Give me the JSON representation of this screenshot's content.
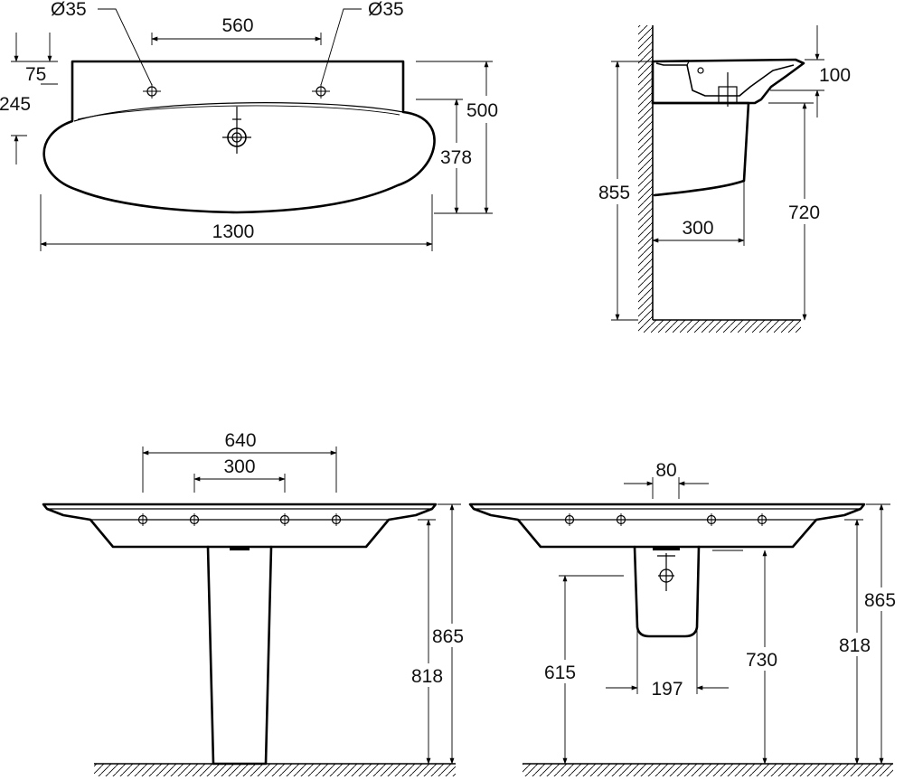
{
  "top_view": {
    "hole_left_label": "Ø35",
    "hole_right_label": "Ø35",
    "hole_spacing": "560",
    "depth_75": "75",
    "depth_245": "245",
    "total_depth": "500",
    "bowl_depth": "378",
    "overall_width": "1300"
  },
  "side_view": {
    "rim_height": "100",
    "overall_height": "855",
    "rim_to_floor": "720",
    "projection": "300"
  },
  "front_pedestal": {
    "outer_spacing": "640",
    "inner_spacing": "300",
    "total_height": "865",
    "rim_height": "818"
  },
  "front_halfpedestal": {
    "waste_width": "80",
    "siphon_width": "197",
    "waste_height": "615",
    "bottom_height": "730",
    "rim_height": "818",
    "total_height": "865"
  }
}
